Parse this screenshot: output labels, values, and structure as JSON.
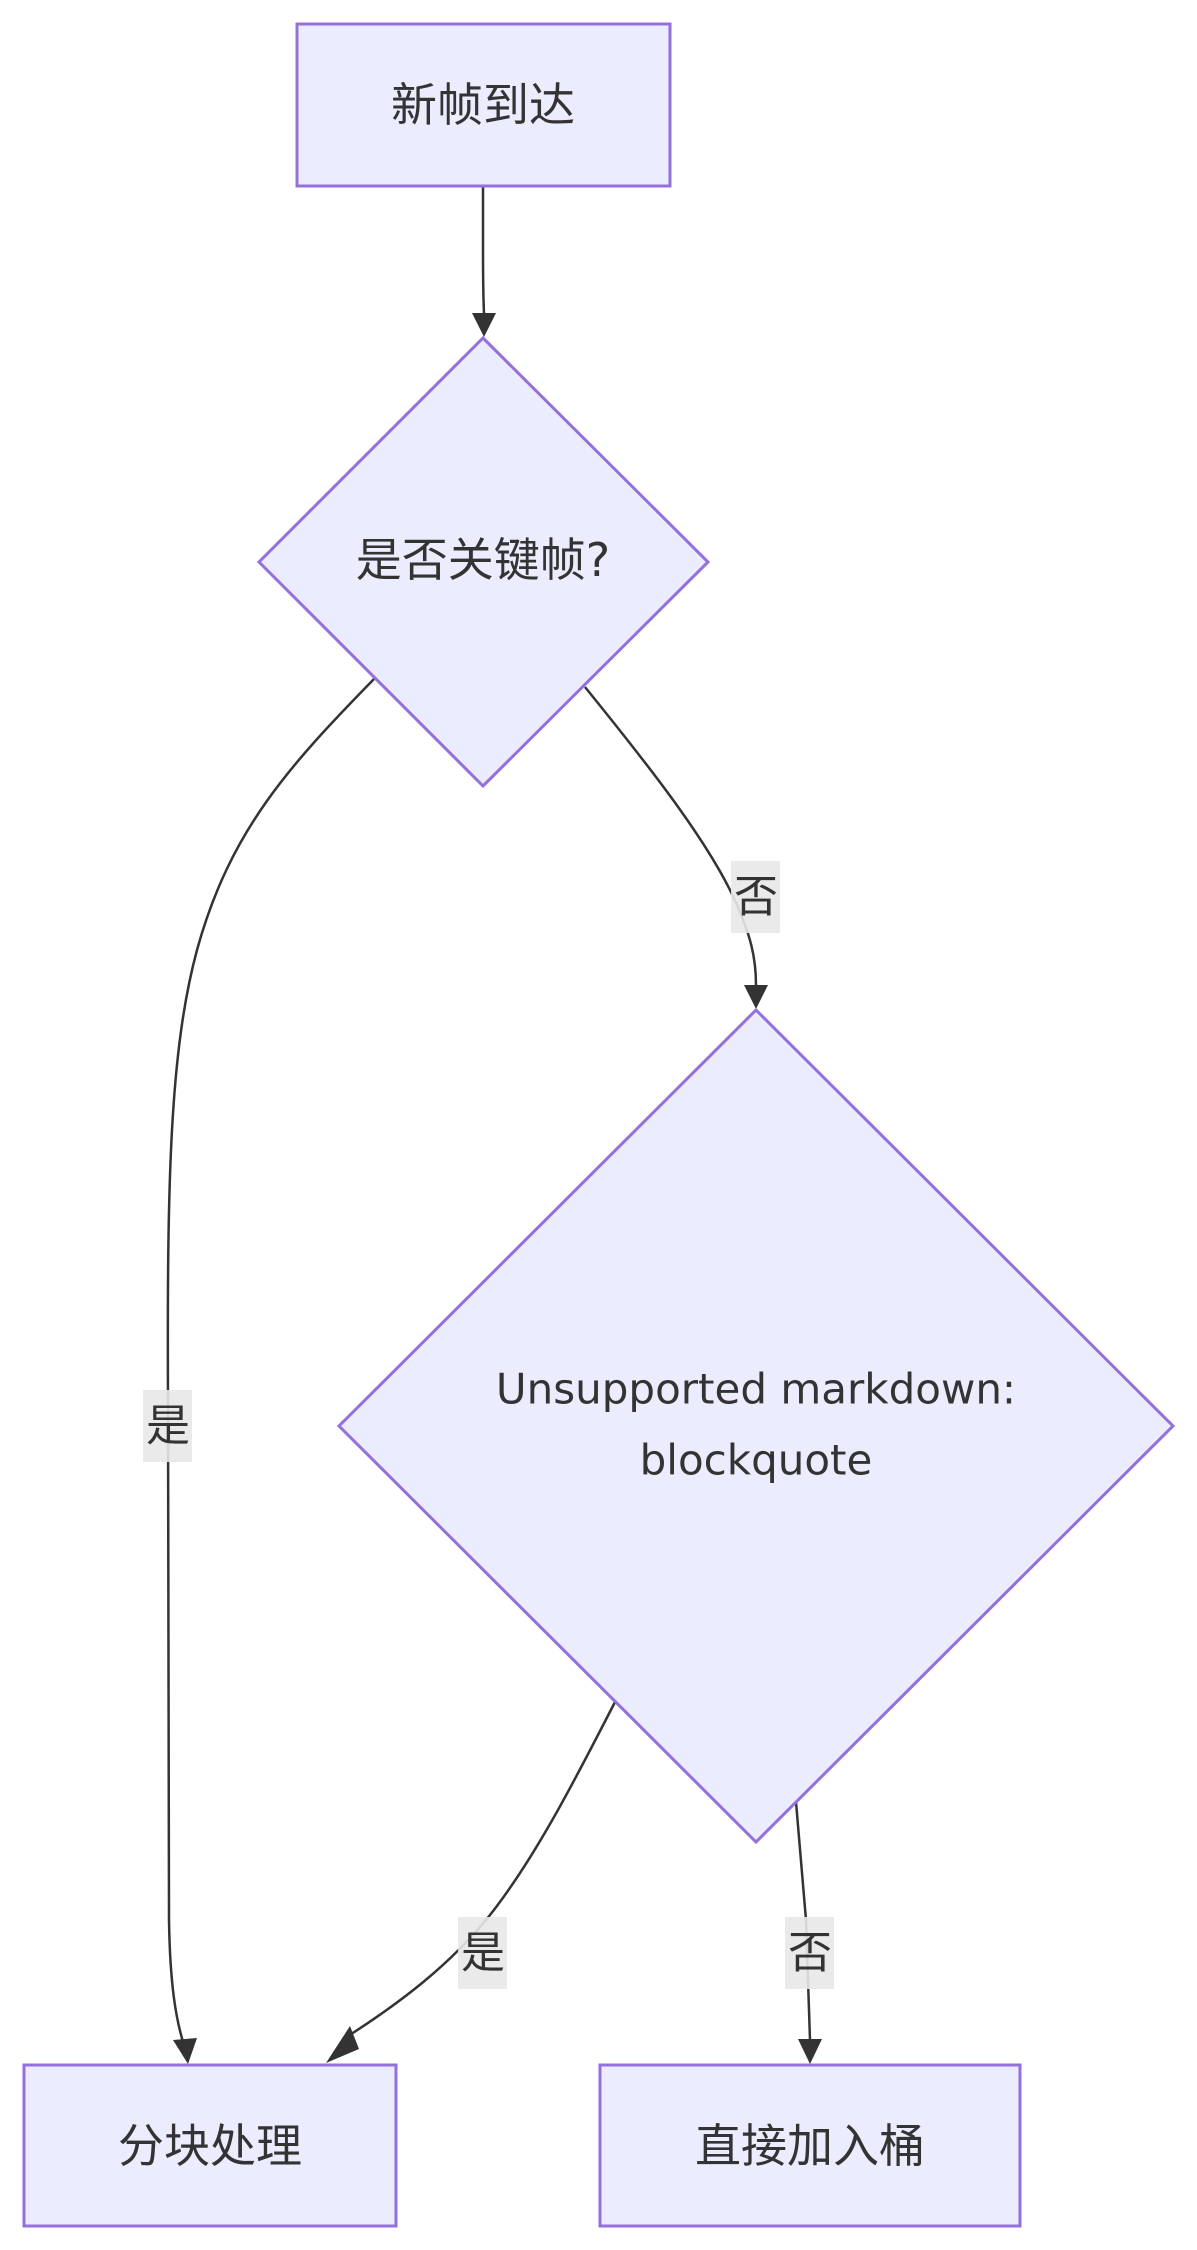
{
  "diagram": {
    "type": "flowchart",
    "colors": {
      "node_fill": "#ececff",
      "node_stroke": "#9370db",
      "edge": "#333333",
      "text": "#333333",
      "label_background": "#e8e8e8"
    },
    "nodes": {
      "start": {
        "label": "新帧到达",
        "shape": "rectangle"
      },
      "keyframe_decision": {
        "label": "是否关键帧?",
        "shape": "diamond"
      },
      "second_decision": {
        "label_line1": "Unsupported markdown:",
        "label_line2": "blockquote",
        "shape": "diamond"
      },
      "chunk_process": {
        "label": "分块处理",
        "shape": "rectangle"
      },
      "add_to_bucket": {
        "label": "直接加入桶",
        "shape": "rectangle"
      }
    },
    "edges": [
      {
        "from": "start",
        "to": "keyframe_decision",
        "label": ""
      },
      {
        "from": "keyframe_decision",
        "to": "chunk_process",
        "label": "是"
      },
      {
        "from": "keyframe_decision",
        "to": "second_decision",
        "label": "否"
      },
      {
        "from": "second_decision",
        "to": "chunk_process",
        "label": "是"
      },
      {
        "from": "second_decision",
        "to": "add_to_bucket",
        "label": "否"
      }
    ]
  }
}
